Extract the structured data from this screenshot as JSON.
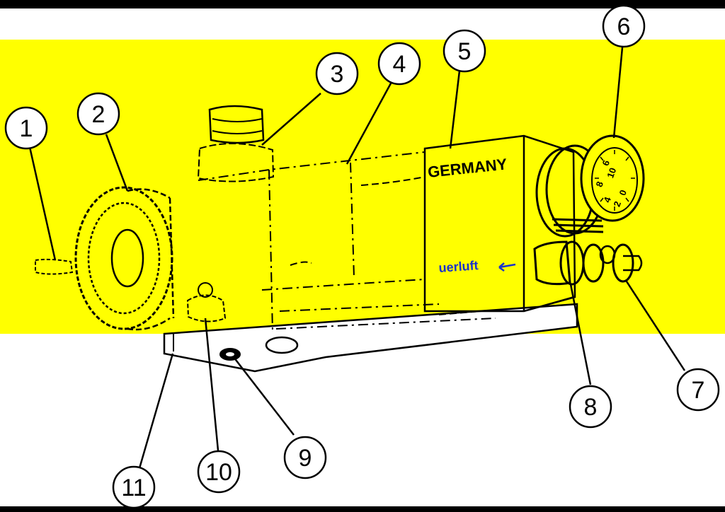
{
  "labels": {
    "brand_text": "GERMANY",
    "flow_text": "uerluft",
    "dial_numbers": [
      "10",
      "8",
      "6",
      "0",
      "2",
      "4"
    ]
  },
  "callouts": [
    {
      "id": "1",
      "label": "1"
    },
    {
      "id": "2",
      "label": "2"
    },
    {
      "id": "3",
      "label": "3"
    },
    {
      "id": "4",
      "label": "4"
    },
    {
      "id": "5",
      "label": "5"
    },
    {
      "id": "6",
      "label": "6"
    },
    {
      "id": "7",
      "label": "7"
    },
    {
      "id": "8",
      "label": "8"
    },
    {
      "id": "9",
      "label": "9"
    },
    {
      "id": "10",
      "label": "10"
    },
    {
      "id": "11",
      "label": "11"
    }
  ],
  "colors": {
    "background": "#000000",
    "band": "#ffffff",
    "body": "#ffff00",
    "ink": "#000000",
    "flow_text": "#1a33cc"
  }
}
